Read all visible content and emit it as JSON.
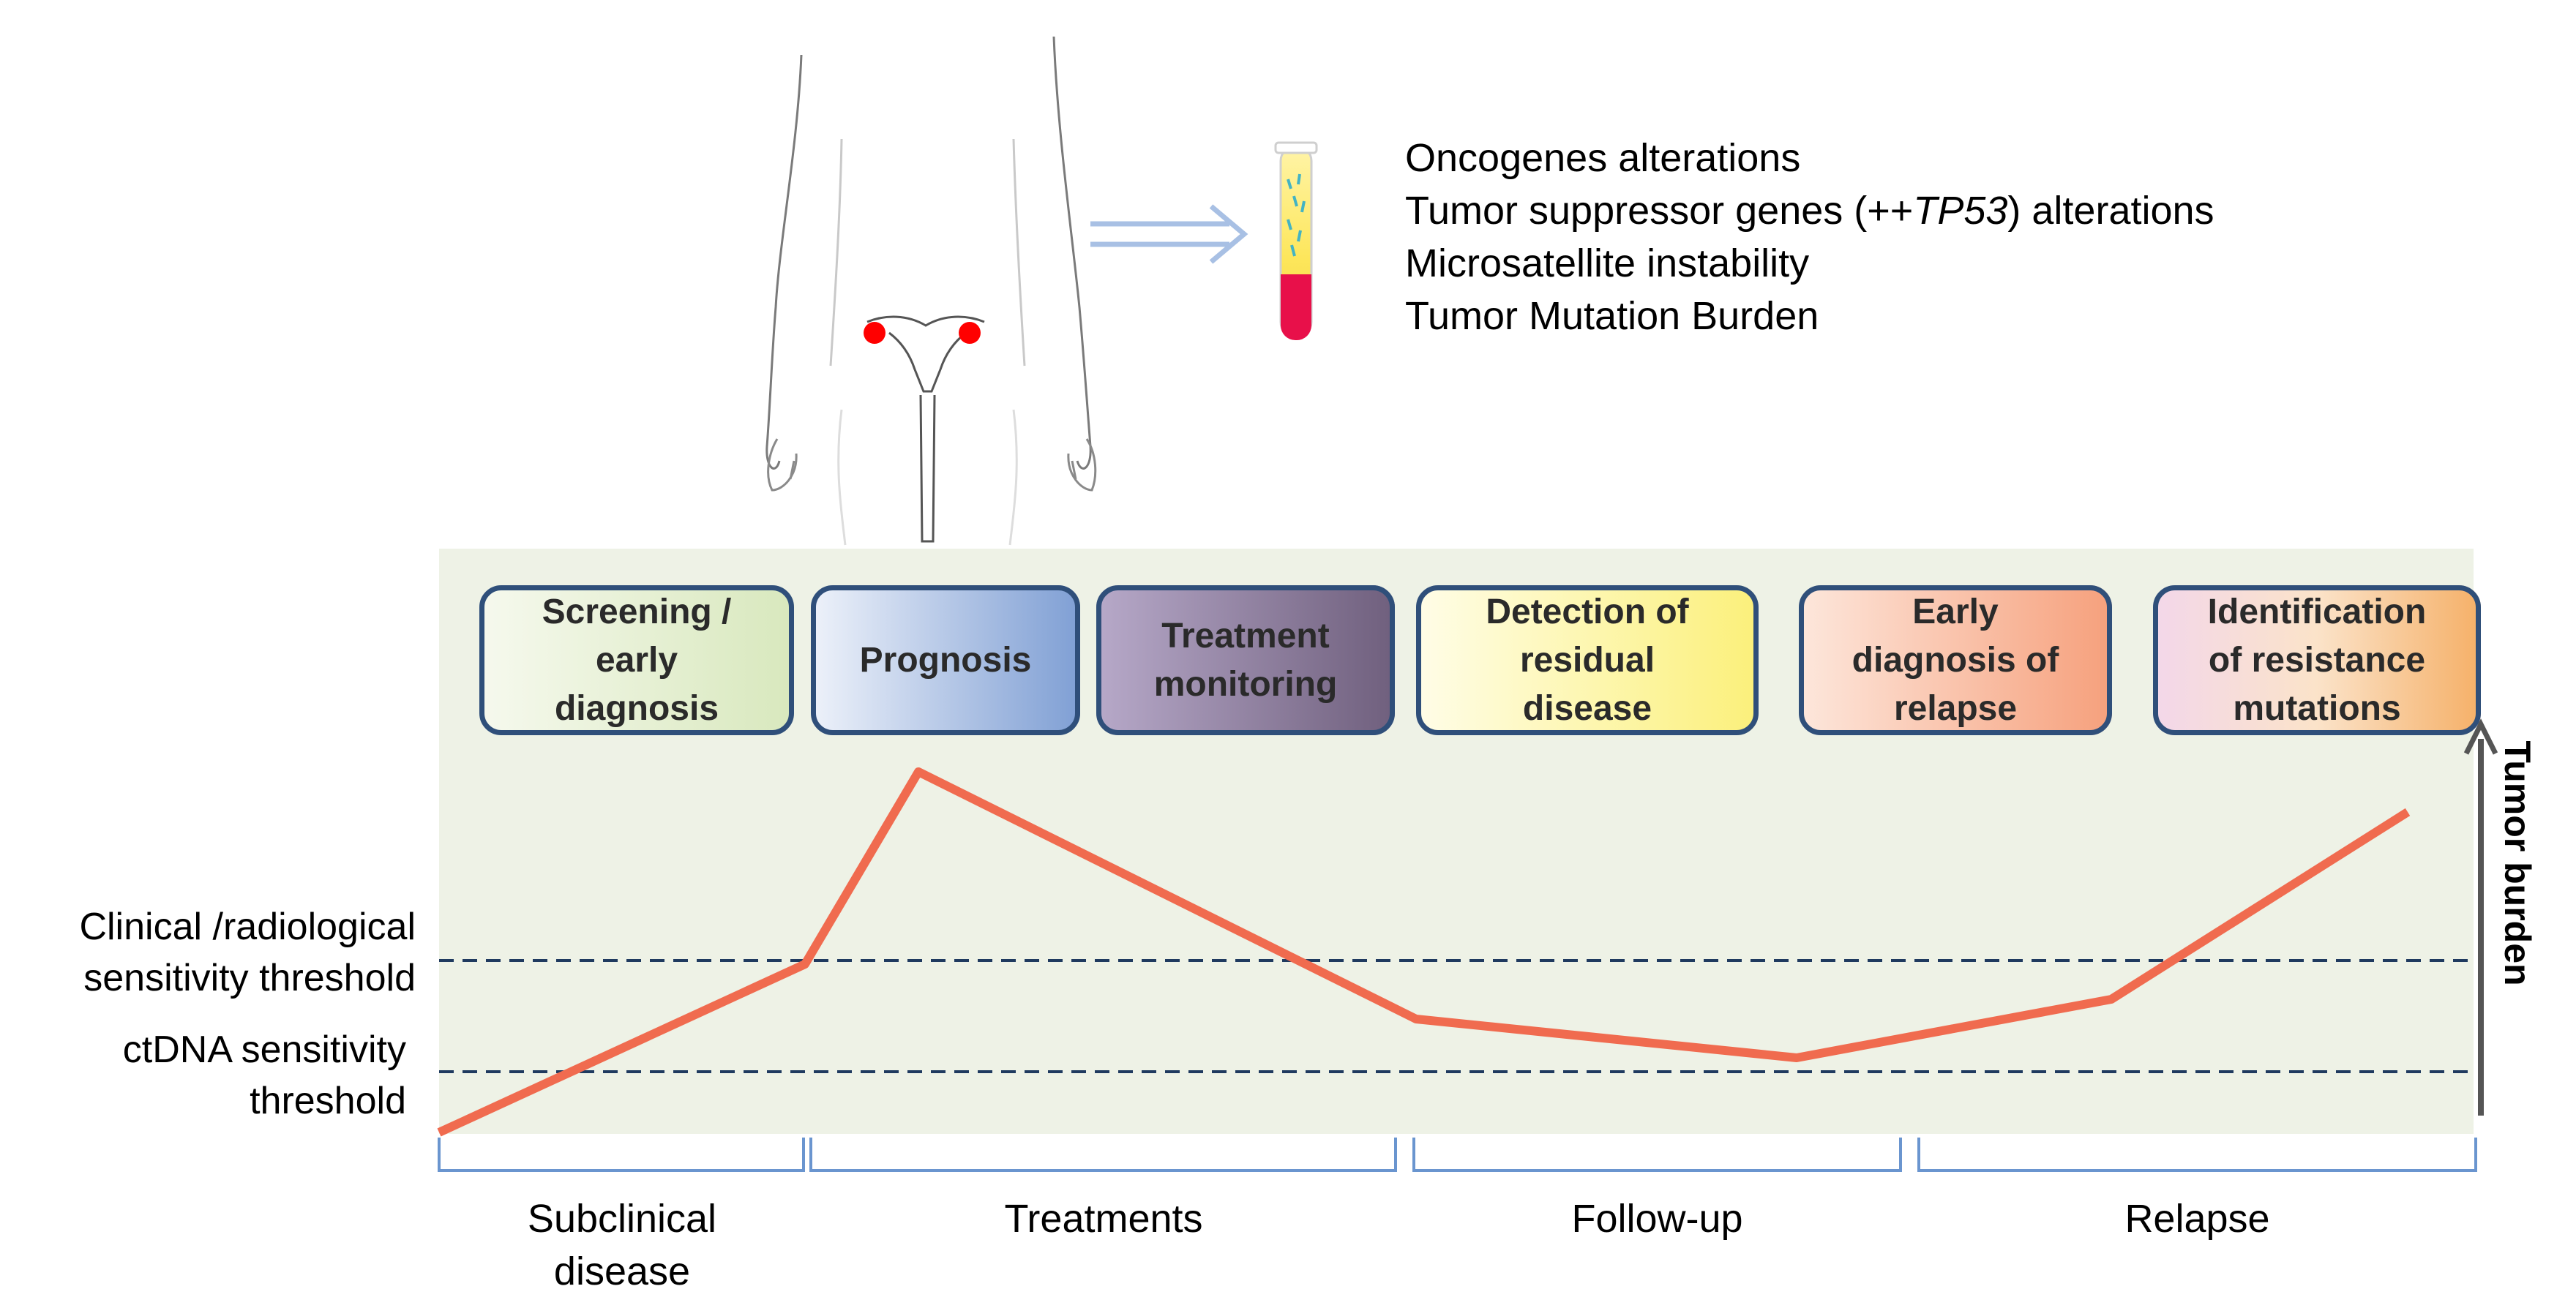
{
  "biomarkers": {
    "line1": "Oncogenes alterations",
    "line2_prefix": "Tumor suppressor genes (++",
    "line2_gene": "TP53",
    "line2_suffix": ") alterations",
    "line3": "Microsatellite instability",
    "line4": "Tumor Mutation Burden"
  },
  "stages": [
    {
      "label": "Screening /\nearly\ndiagnosis"
    },
    {
      "label": "Prognosis"
    },
    {
      "label": "Treatment\nmonitoring"
    },
    {
      "label": "Detection of\nresidual\ndisease"
    },
    {
      "label": "Early\ndiagnosis of\nrelapse"
    },
    {
      "label": "Identification\nof resistance\nmutations"
    }
  ],
  "thresholds": {
    "clinical": "Clinical /radiological\nsensitivity threshold",
    "ctdna": "ctDNA sensitivity\nthreshold"
  },
  "axis": {
    "label": "Tumor burden"
  },
  "phases": [
    {
      "label": "Subclinical\ndisease"
    },
    {
      "label": "Treatments"
    },
    {
      "label": "Follow-up"
    },
    {
      "label": "Relapse"
    }
  ],
  "colors": {
    "panel": "#eef2e6",
    "curve": "#f06b4f",
    "threshold_line": "#1f3a5f",
    "bracket": "#6a95cf",
    "box_border": "#2f4f7a",
    "tumor_dot": "#ff0000"
  }
}
